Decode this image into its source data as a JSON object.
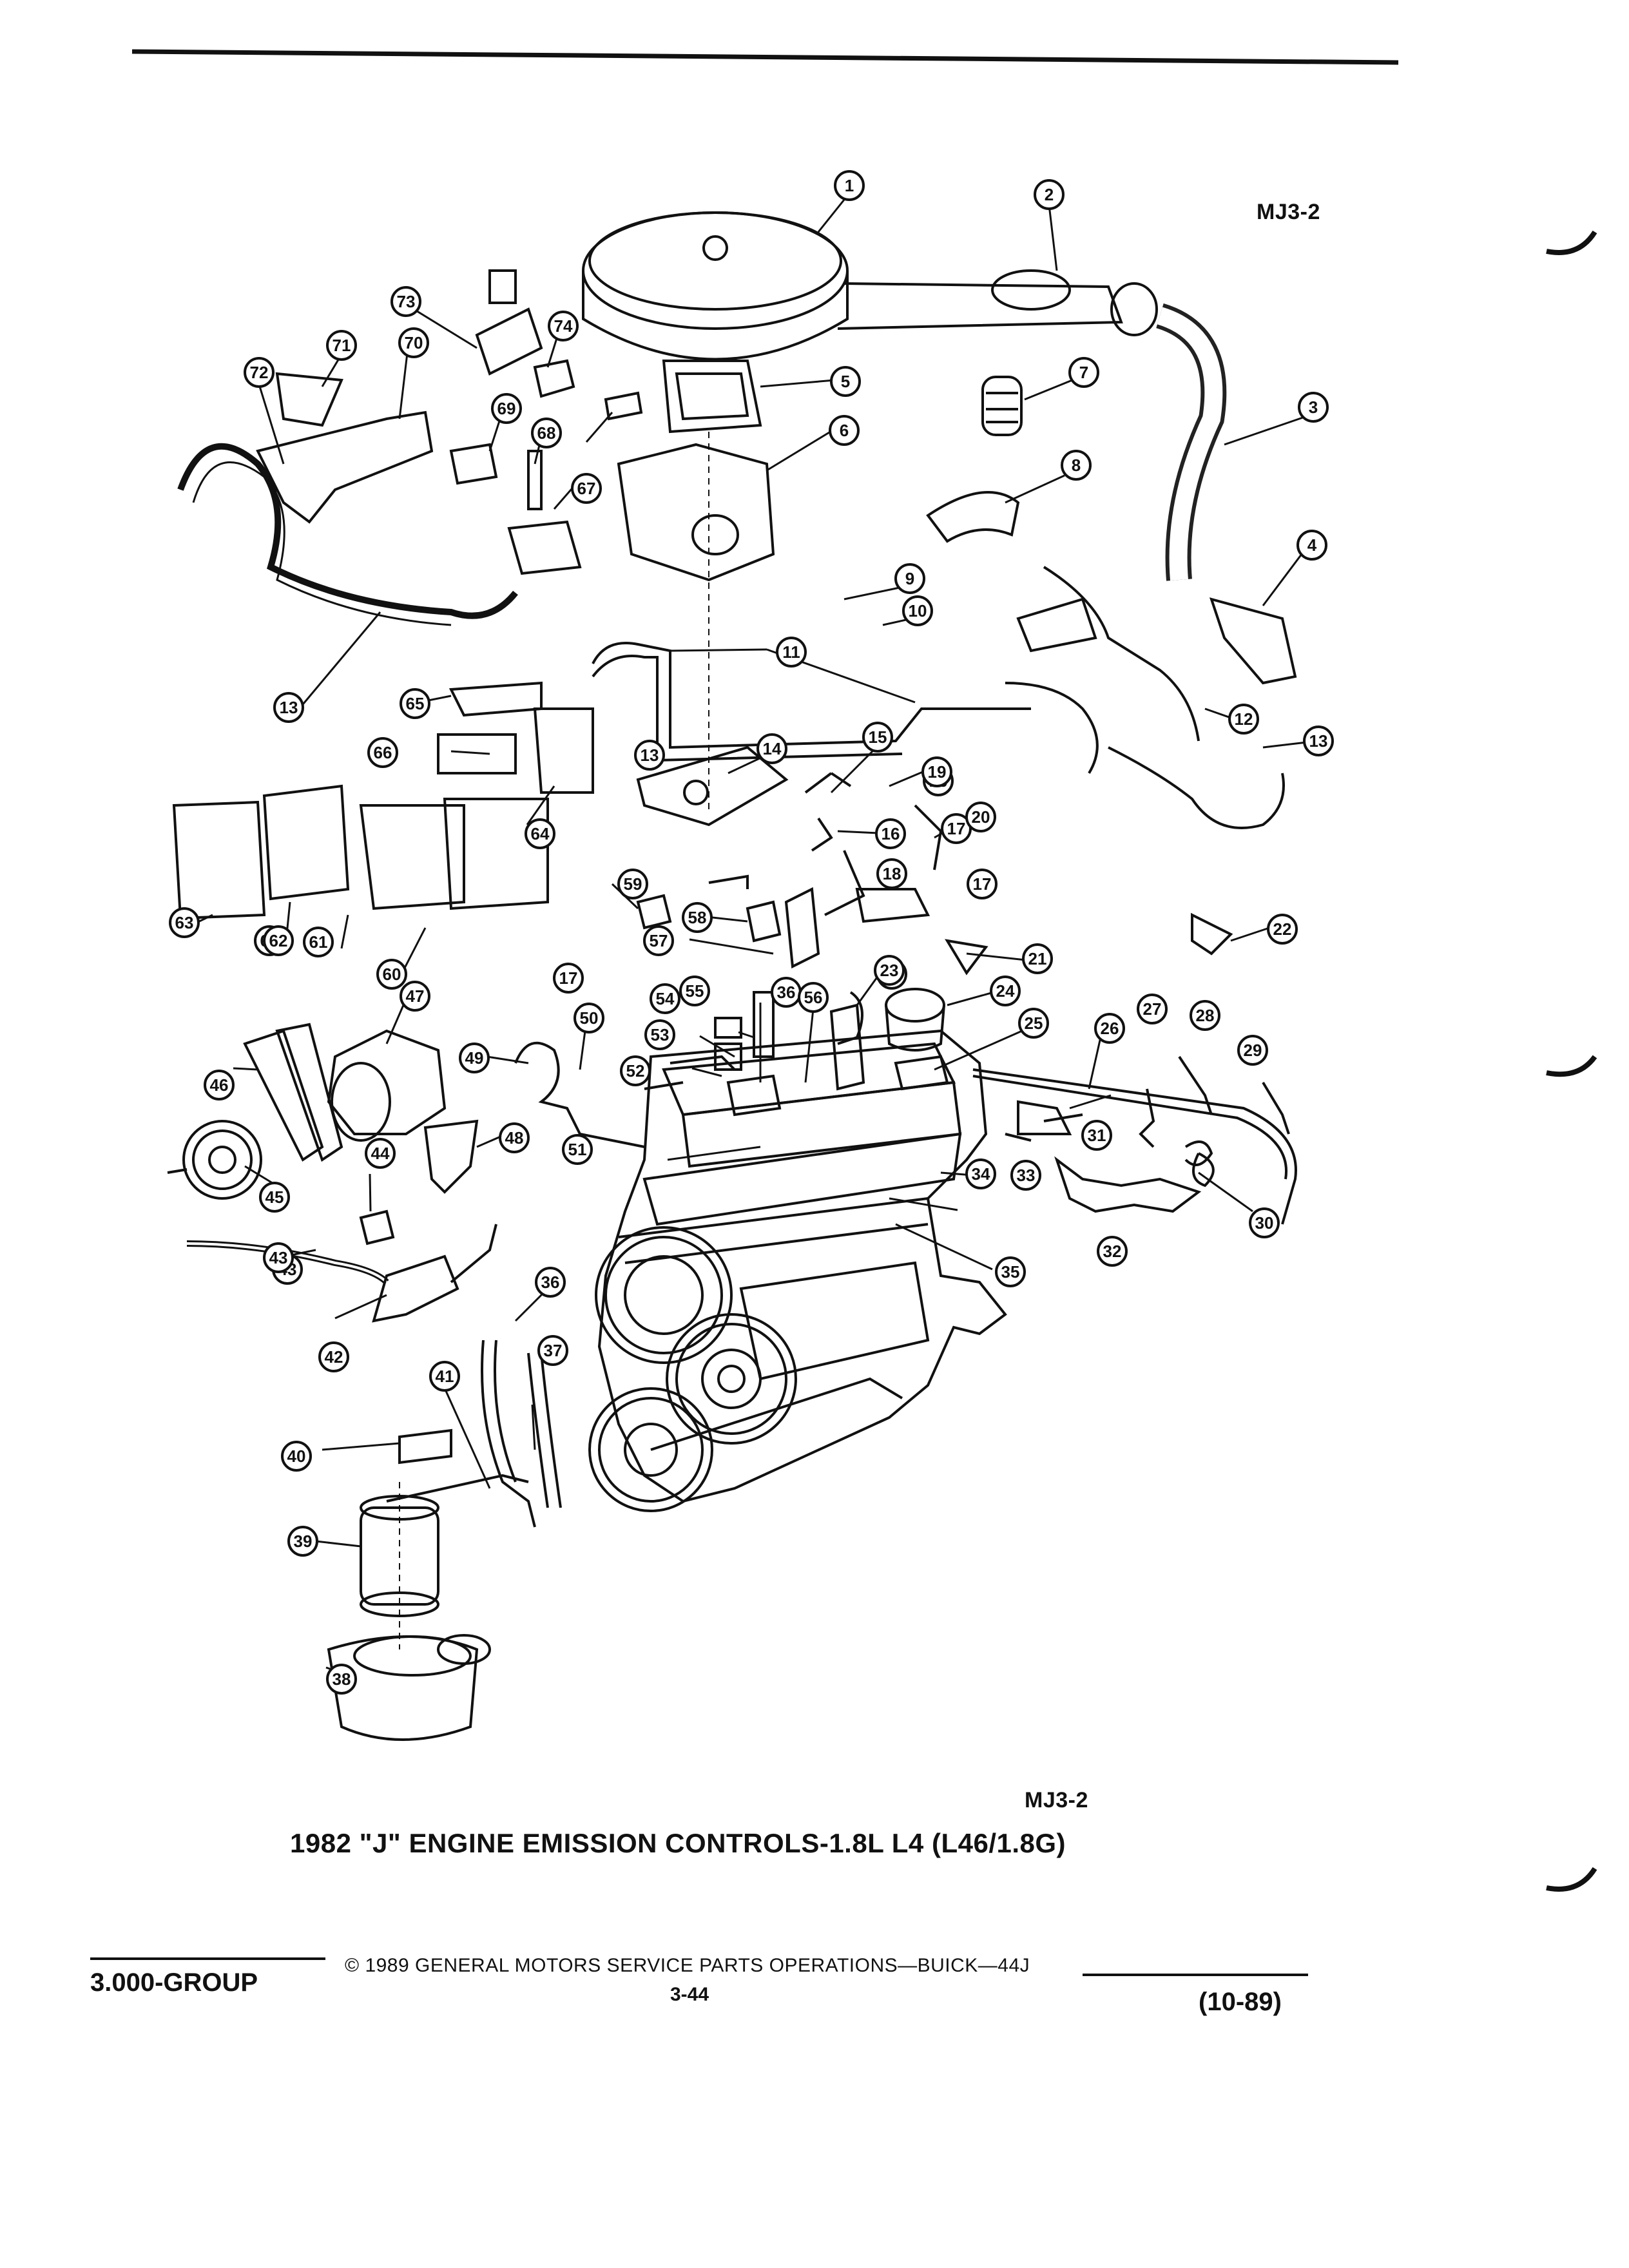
{
  "header": {
    "figure_code": "MJ3-2"
  },
  "caption": {
    "figure_code": "MJ3-2",
    "title": "1982 \"J\" ENGINE EMISSION CONTROLS-1.8L L4 (L46/1.8G)"
  },
  "footer": {
    "group": "3.000-GROUP",
    "copyright": "© 1989 GENERAL MOTORS SERVICE PARTS OPERATIONS—BUICK—44J",
    "page": "3-44",
    "date": "(10-89)"
  },
  "callouts": [
    "1",
    "2",
    "3",
    "4",
    "5",
    "6",
    "7",
    "8",
    "9",
    "10",
    "11",
    "12",
    "13",
    "13",
    "13",
    "14",
    "15",
    "16",
    "16",
    "17",
    "17",
    "17",
    "17",
    "18",
    "19",
    "20",
    "21",
    "22",
    "23",
    "24",
    "25",
    "26",
    "27",
    "28",
    "29",
    "30",
    "31",
    "32",
    "33",
    "34",
    "35",
    "36",
    "36",
    "37",
    "38",
    "39",
    "40",
    "41",
    "42",
    "43",
    "43",
    "44",
    "45",
    "46",
    "47",
    "48",
    "49",
    "50",
    "51",
    "52",
    "53",
    "54",
    "55",
    "56",
    "57",
    "58",
    "59",
    "60",
    "61",
    "62",
    "62",
    "63",
    "64",
    "65",
    "66",
    "67",
    "68",
    "69",
    "70",
    "71",
    "72",
    "73",
    "74"
  ],
  "colors": {
    "ink": "#111111",
    "paper": "#ffffff"
  }
}
